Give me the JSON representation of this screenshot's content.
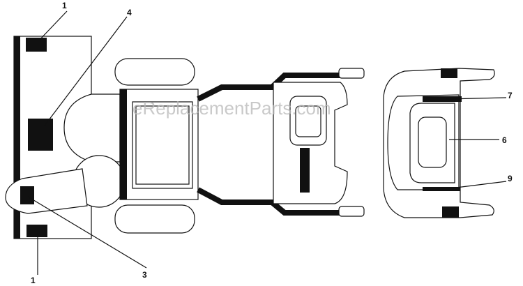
{
  "watermark": "eReplacementParts.com",
  "callouts": {
    "c1_top": "1",
    "c4": "4",
    "c7": "7",
    "c6": "6",
    "c9": "9",
    "c3": "3",
    "c1_bottom": "1"
  }
}
